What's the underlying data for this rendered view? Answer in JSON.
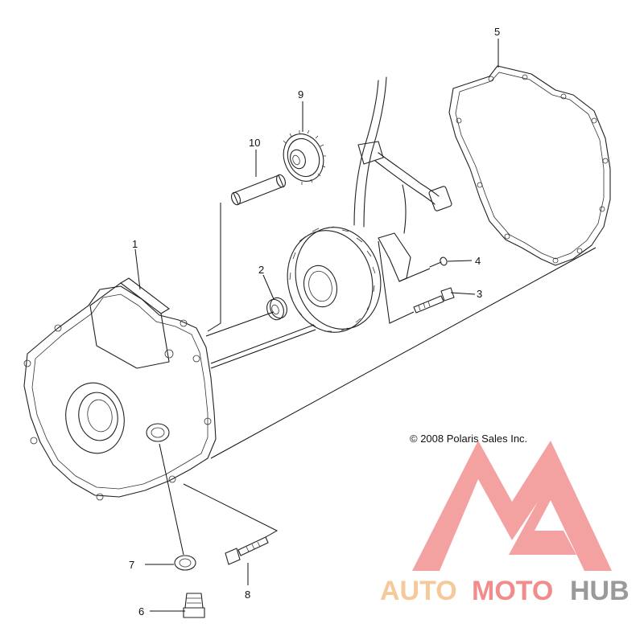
{
  "diagram": {
    "callouts": [
      {
        "id": "1",
        "label": "1"
      },
      {
        "id": "2",
        "label": "2"
      },
      {
        "id": "3",
        "label": "3"
      },
      {
        "id": "4",
        "label": "4"
      },
      {
        "id": "5",
        "label": "5"
      },
      {
        "id": "6",
        "label": "6"
      },
      {
        "id": "7",
        "label": "7"
      },
      {
        "id": "8",
        "label": "8"
      },
      {
        "id": "9",
        "label": "9"
      },
      {
        "id": "10",
        "label": "10"
      }
    ],
    "copyright": "© 2008 Polaris Sales Inc."
  },
  "watermark": {
    "part1": "AUTO",
    "part2": "MOTO",
    "part3": "HUB",
    "colors": {
      "part1": "#f5c99a",
      "part2": "#f28c8c",
      "part3": "#9a9a9a",
      "logo": "#f08a8a"
    }
  }
}
